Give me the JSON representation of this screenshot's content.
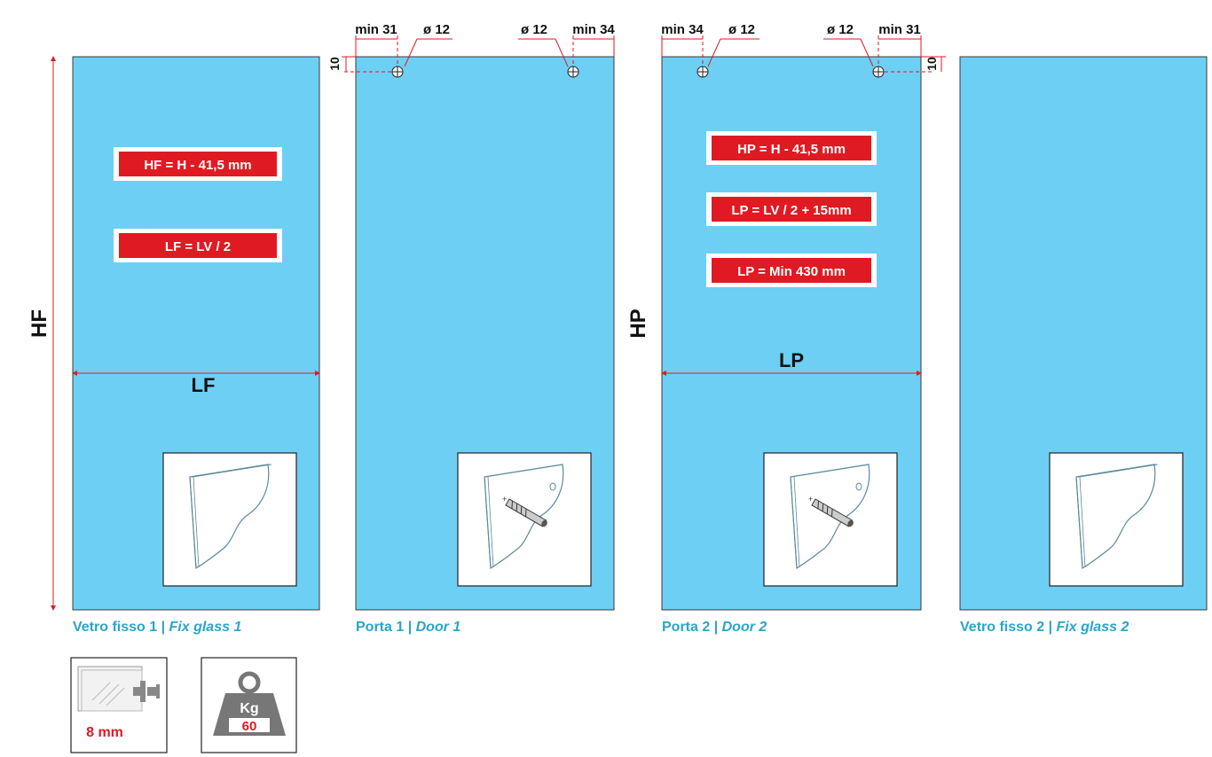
{
  "colors": {
    "glass": "#6dcff4",
    "dimension": "#e01a22",
    "formula_bg": "#e01a22",
    "caption": "#2aa6c8"
  },
  "panels": [
    {
      "caption_it": "Vetro fisso 1 | ",
      "caption_en": "Fix glass 1",
      "height_label": "HF",
      "width_label": "LF",
      "formulas": [
        "HF = H - 41,5 mm",
        "LF = LV / 2"
      ],
      "thumbnail": "glass-panel-icon"
    },
    {
      "caption_it": "Porta 1 | ",
      "caption_en": "Door 1",
      "holes": [
        {
          "diameter": "ø 12",
          "edge_min": "min 31",
          "top": "10"
        },
        {
          "diameter": "ø 12",
          "edge_min": "min 34"
        }
      ],
      "thumbnail": "drilled-glass-icon"
    },
    {
      "caption_it": "Porta 2 | ",
      "caption_en": "Door 2",
      "height_label": "HP",
      "width_label": "LP",
      "formulas": [
        "HP = H - 41,5 mm",
        "LP = LV / 2 + 15mm",
        "LP = Min 430 mm"
      ],
      "holes": [
        {
          "diameter": "ø 12",
          "edge_min": "min 34"
        },
        {
          "diameter": "ø 12",
          "edge_min": "min 31",
          "top": "10"
        }
      ],
      "thumbnail": "drilled-glass-icon"
    },
    {
      "caption_it": "Vetro fisso 2 | ",
      "caption_en": "Fix glass 2",
      "thumbnail": "glass-panel-icon"
    }
  ],
  "specs": {
    "thickness": "8 mm",
    "weight_unit": "Kg",
    "weight_value": "60"
  }
}
